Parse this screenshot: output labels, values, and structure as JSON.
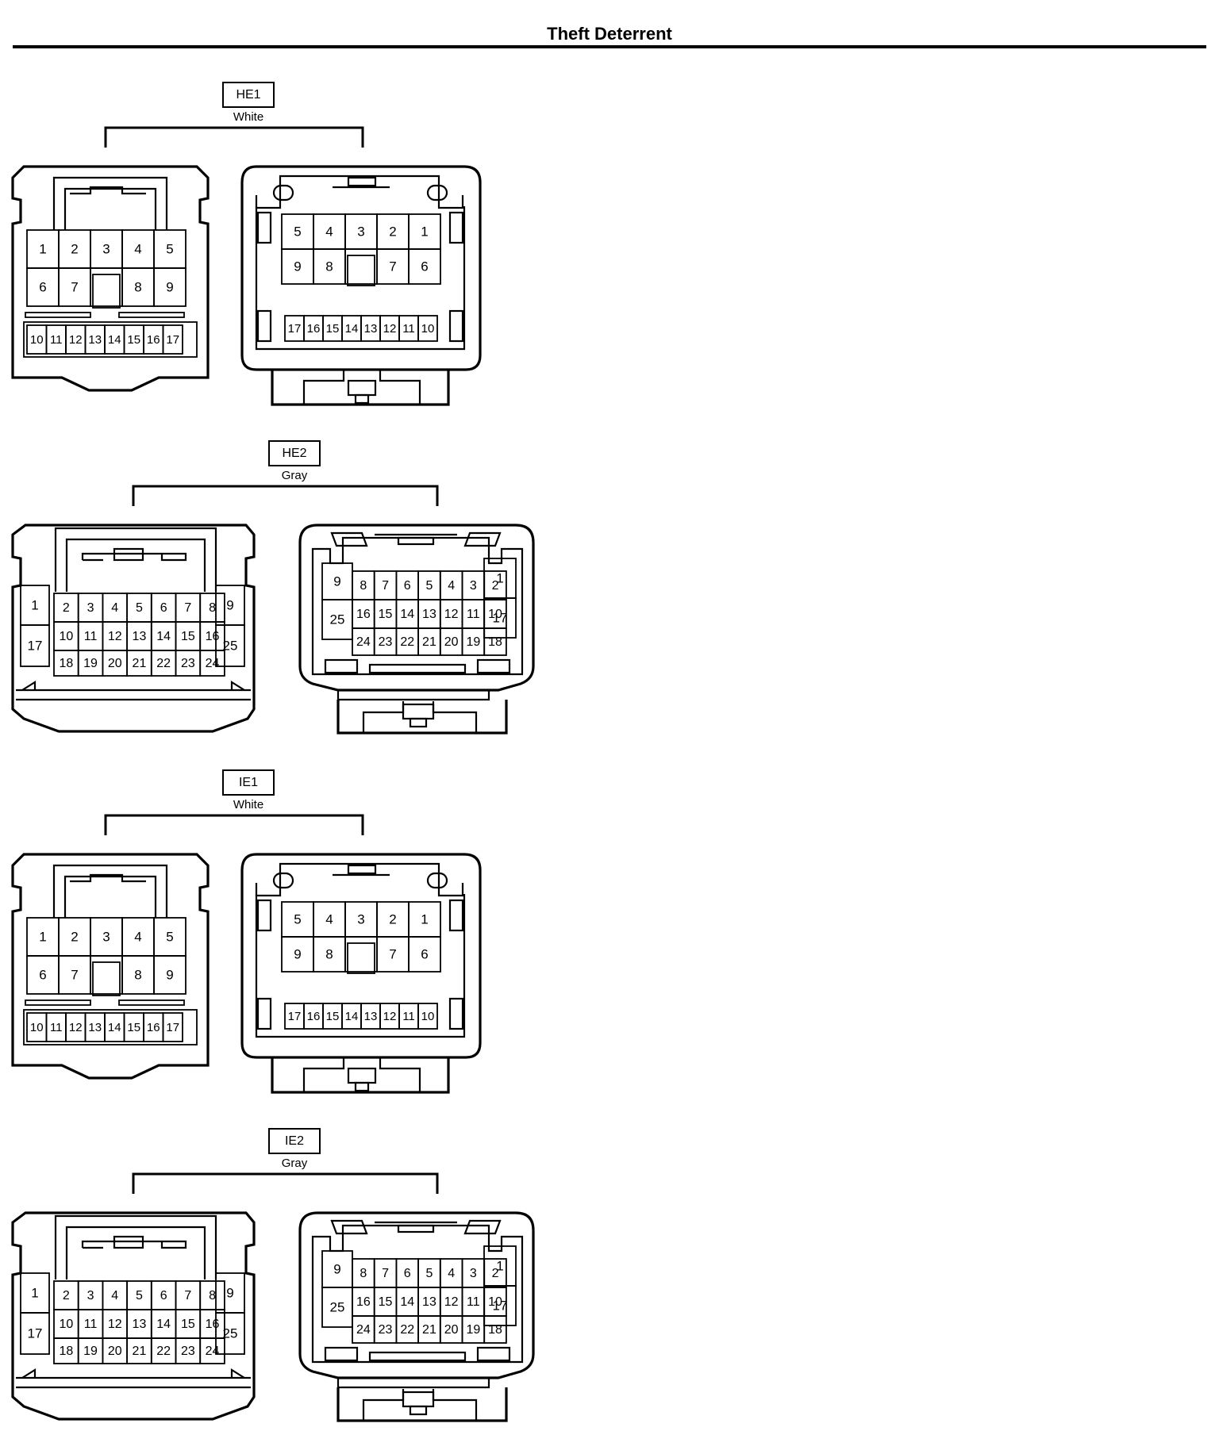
{
  "title": "Theft Deterrent",
  "groups": [
    {
      "id": "HE1",
      "label": "HE1",
      "color": "White",
      "type": "17",
      "female": {
        "top": [
          "1",
          "2",
          "3",
          "4",
          "5"
        ],
        "mid": [
          "6",
          "7",
          "",
          "8",
          "9"
        ],
        "bottom": [
          "10",
          "11",
          "12",
          "13",
          "14",
          "15",
          "16",
          "17"
        ]
      },
      "male": {
        "top": [
          "5",
          "4",
          "3",
          "2",
          "1"
        ],
        "mid": [
          "9",
          "8",
          "",
          "7",
          "6"
        ],
        "bottom": [
          "17",
          "16",
          "15",
          "14",
          "13",
          "12",
          "11",
          "10"
        ]
      }
    },
    {
      "id": "HE2",
      "label": "HE2",
      "color": "Gray",
      "type": "25",
      "female": {
        "leftTop": "1",
        "leftBot": "17",
        "r1": [
          "2",
          "3",
          "4",
          "5",
          "6",
          "7",
          "8"
        ],
        "r2": [
          "10",
          "11",
          "12",
          "13",
          "14",
          "15",
          "16"
        ],
        "r3": [
          "18",
          "19",
          "20",
          "21",
          "22",
          "23",
          "24"
        ],
        "rightTop": "9",
        "rightBot": "25"
      },
      "male": {
        "leftTop": "9",
        "leftBot": "25",
        "r1": [
          "8",
          "7",
          "6",
          "5",
          "4",
          "3",
          "2"
        ],
        "r2": [
          "16",
          "15",
          "14",
          "13",
          "12",
          "11",
          "10"
        ],
        "r3": [
          "24",
          "23",
          "22",
          "21",
          "20",
          "19",
          "18"
        ],
        "rightTop": "1",
        "rightBot": "17"
      }
    },
    {
      "id": "IE1",
      "label": "IE1",
      "color": "White",
      "type": "17",
      "female": {
        "top": [
          "1",
          "2",
          "3",
          "4",
          "5"
        ],
        "mid": [
          "6",
          "7",
          "",
          "8",
          "9"
        ],
        "bottom": [
          "10",
          "11",
          "12",
          "13",
          "14",
          "15",
          "16",
          "17"
        ]
      },
      "male": {
        "top": [
          "5",
          "4",
          "3",
          "2",
          "1"
        ],
        "mid": [
          "9",
          "8",
          "",
          "7",
          "6"
        ],
        "bottom": [
          "17",
          "16",
          "15",
          "14",
          "13",
          "12",
          "11",
          "10"
        ]
      }
    },
    {
      "id": "IE2",
      "label": "IE2",
      "color": "Gray",
      "type": "25",
      "female": {
        "leftTop": "1",
        "leftBot": "17",
        "r1": [
          "2",
          "3",
          "4",
          "5",
          "6",
          "7",
          "8"
        ],
        "r2": [
          "10",
          "11",
          "12",
          "13",
          "14",
          "15",
          "16"
        ],
        "r3": [
          "18",
          "19",
          "20",
          "21",
          "22",
          "23",
          "24"
        ],
        "rightTop": "9",
        "rightBot": "25"
      },
      "male": {
        "leftTop": "9",
        "leftBot": "25",
        "r1": [
          "8",
          "7",
          "6",
          "5",
          "4",
          "3",
          "2"
        ],
        "r2": [
          "16",
          "15",
          "14",
          "13",
          "12",
          "11",
          "10"
        ],
        "r3": [
          "24",
          "23",
          "22",
          "21",
          "20",
          "19",
          "18"
        ],
        "rightTop": "1",
        "rightBot": "17"
      }
    }
  ]
}
